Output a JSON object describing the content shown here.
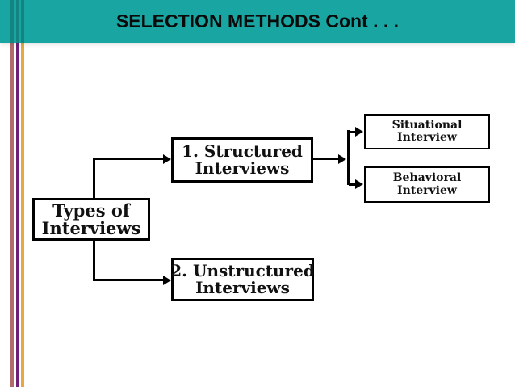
{
  "banner": {
    "title": "SELECTION METHODS Cont . . ."
  },
  "diagram": {
    "types_box": {
      "line1": "Types of",
      "line2": "Interviews"
    },
    "structured_box": {
      "line1": "1. Structured",
      "line2": "Interviews"
    },
    "unstructured_box": {
      "line1": "2. Unstructured",
      "line2": "Interviews"
    },
    "situational_box": {
      "line1": "Situational",
      "line2": "Interview"
    },
    "behavioral_box": {
      "line1": "Behavioral",
      "line2": "Interview"
    }
  },
  "colors": {
    "banner_teal": "#19a5a1",
    "stripe_rose": "#b26b6b",
    "stripe_purple": "#6e2077",
    "stripe_orange": "#e9a83e",
    "connector_black": "#000000",
    "box_fill_white": "#ffffff",
    "title_text": "#0a0a0a"
  }
}
